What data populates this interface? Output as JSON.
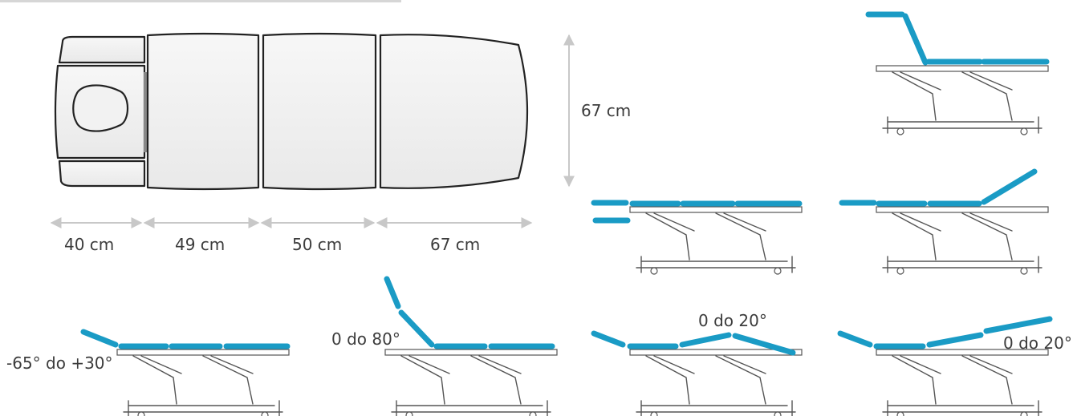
{
  "dimensions": {
    "width_label": "67 cm",
    "segments": [
      "40 cm",
      "49 cm",
      "50 cm",
      "67 cm"
    ]
  },
  "angles": {
    "head_range": "-65° do +30°",
    "back_range": "0 do 80°",
    "knee_range": "0 do 20°",
    "leg_range": "0 do 20°"
  },
  "colors": {
    "cushion_accent": "#1a9bc5",
    "outline": "#222222",
    "frame": "#555555",
    "dimension_arrow": "#c8c8c8",
    "label_text": "#3c3c3c"
  }
}
